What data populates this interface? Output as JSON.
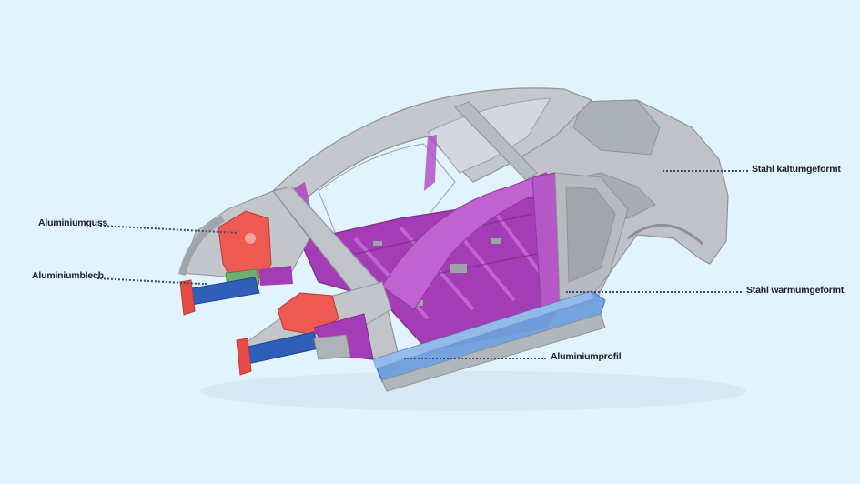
{
  "diagram": {
    "subject": "car body-in-white material structure",
    "background_color": "#e1f3fc",
    "colors": {
      "steel_cold_formed": "#b9bdc3",
      "steel_hot_formed": "#b048c0",
      "aluminium_cast": "#ee5a52",
      "aluminium_sheet": "#6fae6e",
      "aluminium_profile": "#3f6fc4",
      "aluminium_profile_light": "#7aaee0",
      "leader_line": "#2f4e7a",
      "label_text": "#1b1f26"
    },
    "labels": [
      {
        "id": "aluminiumguss",
        "text": "Aluminiumguss",
        "side": "left"
      },
      {
        "id": "aluminiumblech",
        "text": "Aluminiumblech",
        "side": "left"
      },
      {
        "id": "stahl_kaltumgeformt",
        "text": "Stahl kaltumgeformt",
        "side": "right"
      },
      {
        "id": "stahl_warmumgeformt",
        "text": "Stahl warmumgeformt",
        "side": "right"
      },
      {
        "id": "aluminiumprofil",
        "text": "Aluminiumprofil",
        "side": "bottom"
      }
    ]
  }
}
